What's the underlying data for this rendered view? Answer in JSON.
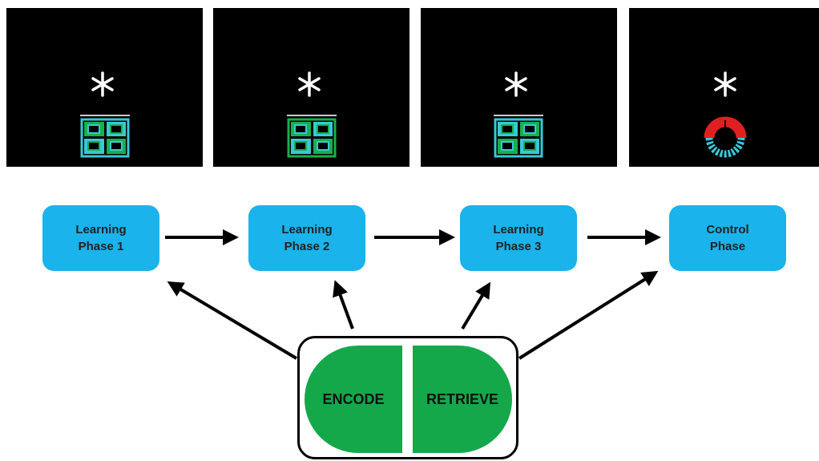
{
  "colors": {
    "phase_fill": "#1ab3ec",
    "mode_fill": "#15a84b",
    "stim_green": "#17b04b",
    "stim_cyan": "#39c7d9",
    "stim_red": "#e02020"
  },
  "icons": {
    "fixation": "asterisk-icon",
    "stimulus_grid": "two-by-two-grid-icon",
    "stimulus_ring": "ring-icon"
  },
  "phases": [
    {
      "label": "Learning\nPhase 1"
    },
    {
      "label": "Learning\nPhase 2"
    },
    {
      "label": "Learning\nPhase 3"
    },
    {
      "label": "Control\nPhase"
    }
  ],
  "modes": {
    "encode": "ENCODE",
    "retrieve": "RETRIEVE"
  }
}
